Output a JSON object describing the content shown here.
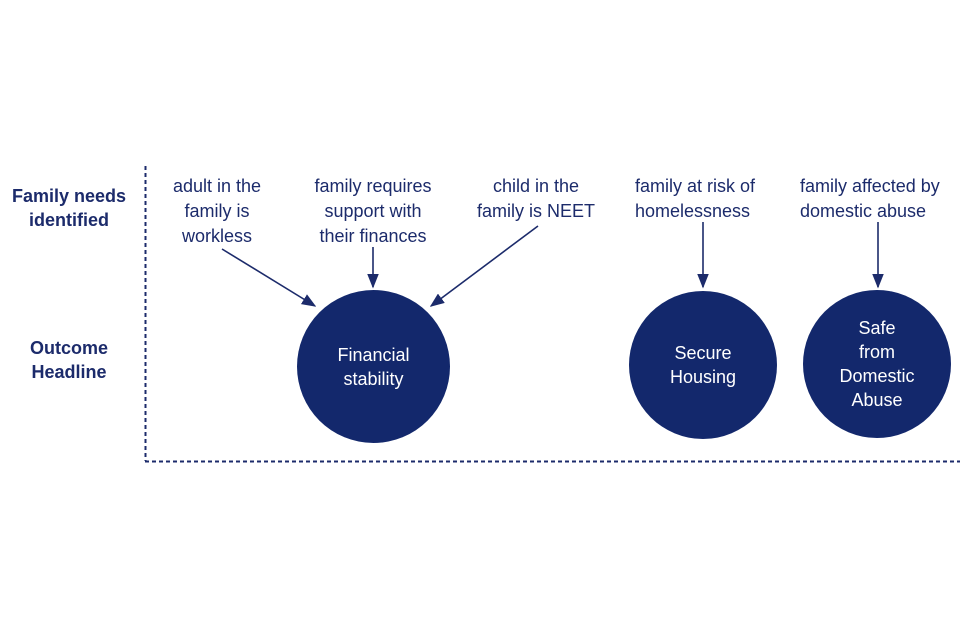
{
  "colors": {
    "navy_text": "#1c2b6b",
    "circle_fill": "#13286c",
    "circle_text": "#ffffff",
    "background": "#ffffff"
  },
  "row_headers": {
    "needs": "Family needs\nidentified",
    "outcome": "Outcome\nHeadline"
  },
  "needs": [
    {
      "label": "adult in the\nfamily is\nworkless",
      "maps_to": "Financial stability"
    },
    {
      "label": "family requires\nsupport with\ntheir finances",
      "maps_to": "Financial stability"
    },
    {
      "label": "child in the\nfamily is NEET",
      "maps_to": "Financial stability"
    },
    {
      "label": "family at risk of\nhomelessness",
      "maps_to": "Secure Housing"
    },
    {
      "label": "family affected by\ndomestic abuse",
      "maps_to": "Safe from Domestic Abuse"
    }
  ],
  "outcomes": [
    {
      "label": "Financial\nstability"
    },
    {
      "label": "Secure\nHousing"
    },
    {
      "label": "Safe\nfrom\nDomestic\nAbuse"
    }
  ]
}
